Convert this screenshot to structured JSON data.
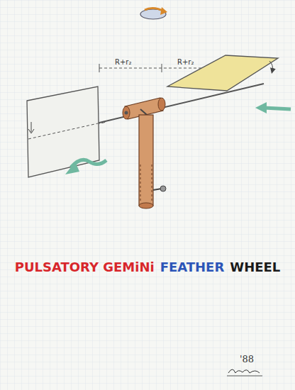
{
  "diagram": {
    "labels": [
      "R+r₂",
      "R+r₂",
      "PULSATORY GEMiNi",
      "FEATHER",
      "WHEEL",
      "'88"
    ]
  }
}
